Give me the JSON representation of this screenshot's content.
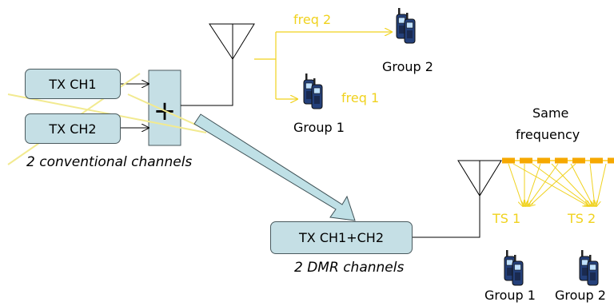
{
  "conventional": {
    "tx_ch1": "TX CH1",
    "tx_ch2": "TX CH2",
    "combiner_symbol": "+",
    "caption": "2 conventional channels",
    "freq1": "freq 1",
    "freq2": "freq 2",
    "group1": "Group 1",
    "group2": "Group 2"
  },
  "dmr": {
    "tx_combined": "TX CH1+CH2",
    "caption": "2 DMR channels",
    "same_frequency_line1": "Same",
    "same_frequency_line2": "frequency",
    "ts1": "TS 1",
    "ts2": "TS 2",
    "group1": "Group 1",
    "group2": "Group 2"
  },
  "colors": {
    "box_fill": "#c5dfe5",
    "signal_yellow": "#f0d21e",
    "strike_yellow": "#f2ea90",
    "arrow_fill": "#bfe0e6",
    "slot_band": "#f6a800"
  },
  "icons": [
    "antenna-icon",
    "walkie-talkie-icon"
  ]
}
